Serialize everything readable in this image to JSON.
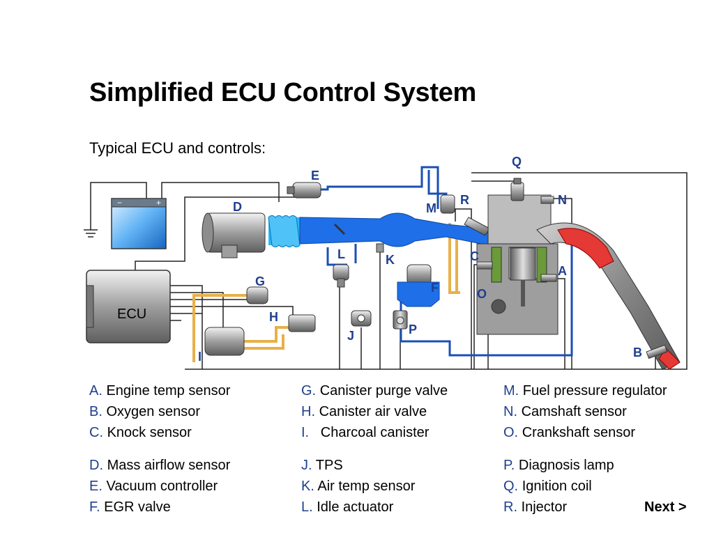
{
  "title": "Simplified ECU Control System",
  "subtitle": "Typical ECU and controls:",
  "ecu_label": "ECU",
  "battery_minus": "−",
  "battery_plus": "+",
  "callouts": {
    "A": "A",
    "B": "B",
    "C": "C",
    "D": "D",
    "E": "E",
    "F": "F",
    "G": "G",
    "H": "H",
    "I": "I",
    "J": "J",
    "K": "K",
    "L": "L",
    "M": "M",
    "N": "N",
    "O": "O",
    "P": "P",
    "Q": "Q",
    "R": "R"
  },
  "legend": {
    "col1a": [
      {
        "key": "A.",
        "text": "Engine temp sensor"
      },
      {
        "key": "B.",
        "text": "Oxygen sensor"
      },
      {
        "key": "C.",
        "text": "Knock sensor"
      }
    ],
    "col2a": [
      {
        "key": "G.",
        "text": "Canister purge valve"
      },
      {
        "key": "H.",
        "text": "Canister air valve"
      },
      {
        "key": "I.",
        "text": "  Charcoal canister"
      }
    ],
    "col3a": [
      {
        "key": "M.",
        "text": "Fuel pressure regulator"
      },
      {
        "key": "N.",
        "text": "Camshaft sensor"
      },
      {
        "key": "O.",
        "text": "Crankshaft sensor"
      }
    ],
    "col1b": [
      {
        "key": "D.",
        "text": "Mass airflow sensor"
      },
      {
        "key": "E.",
        "text": "Vacuum controller"
      },
      {
        "key": "F.",
        "text": "EGR valve"
      }
    ],
    "col2b": [
      {
        "key": "J.",
        "text": "TPS"
      },
      {
        "key": "K.",
        "text": "Air temp sensor"
      },
      {
        "key": "L.",
        "text": "Idle actuator"
      }
    ],
    "col3b": [
      {
        "key": "P.",
        "text": "Diagnosis lamp"
      },
      {
        "key": "Q.",
        "text": "Ignition coil"
      },
      {
        "key": "R.",
        "text": "Injector"
      }
    ]
  },
  "next_label": "Next >",
  "colors": {
    "label_blue": "#1f3f8f",
    "wire": "#222222",
    "vacuum_line": "#1a4fb5",
    "fuel_line": "#e8b04a",
    "intake": "#1a73e8",
    "intake_light": "#29b6f6",
    "exhaust_red": "#e53935"
  }
}
